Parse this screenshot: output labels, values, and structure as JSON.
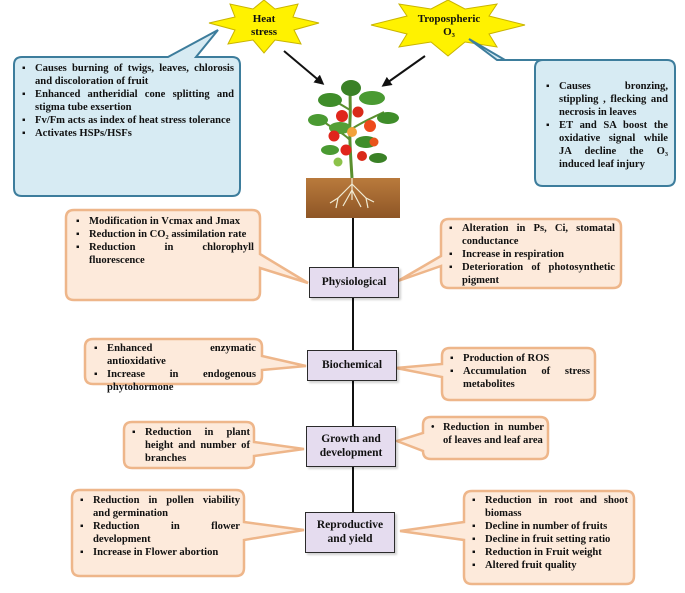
{
  "stressors": {
    "heat": {
      "line1": "Heat",
      "line2": "stress"
    },
    "ozone": {
      "line1": "Tropospheric",
      "line2": "O₃"
    }
  },
  "heat_effects": [
    "Causes burning of twigs, leaves, chlorosis and discoloration of fruit",
    "Enhanced antheridial cone splitting and stigma tube exsertion",
    "Fv/Fm acts as index of heat stress tolerance",
    "Activates HSPs/HSFs"
  ],
  "ozone_effects": [
    "Causes bronzing, stippling , flecking and necrosis in leaves",
    "ET and SA boost the oxidative signal while JA decline the O₃ induced leaf injury"
  ],
  "levels": {
    "physiological": {
      "label": "Physiological",
      "left": [
        "Modification in Vcmax and Jmax",
        "Reduction in CO₂ assimilation rate",
        "Reduction in chlorophyll fluorescence"
      ],
      "right": [
        "Alteration in Ps, Ci, stomatal conductance",
        "Increase in respiration",
        "Deterioration of photosynthetic pigment"
      ]
    },
    "biochemical": {
      "label": "Biochemical",
      "left": [
        "Enhanced enzymatic antioxidative",
        "Increase in endogenous phytohormone"
      ],
      "right": [
        "Production of ROS",
        "Accumulation of stress metabolites"
      ]
    },
    "growth": {
      "label_line1": "Growth and",
      "label_line2": "development",
      "left": [
        "Reduction in plant height and number of branches"
      ],
      "right": [
        "Reduction in number of leaves and leaf area"
      ]
    },
    "reproductive": {
      "label_line1": "Reproductive",
      "label_line2": "and yield",
      "left": [
        "Reduction in pollen viability and germination",
        "Reduction in flower development",
        "Increase in Flower abortion"
      ],
      "right": [
        "Reduction in root and shoot biomass",
        "Decline in number of fruits",
        "Decline in fruit setting ratio",
        "Reduction in Fruit weight",
        "Altered fruit quality"
      ]
    }
  },
  "colors": {
    "blue_fill": "#d7ebf3",
    "blue_stroke": "#3d7d9c",
    "orange_fill": "#fdeadb",
    "orange_stroke": "#eeb68a",
    "star_fill": "#fff200",
    "node_fill": "#e5dcef",
    "soil": "#a5672f"
  }
}
